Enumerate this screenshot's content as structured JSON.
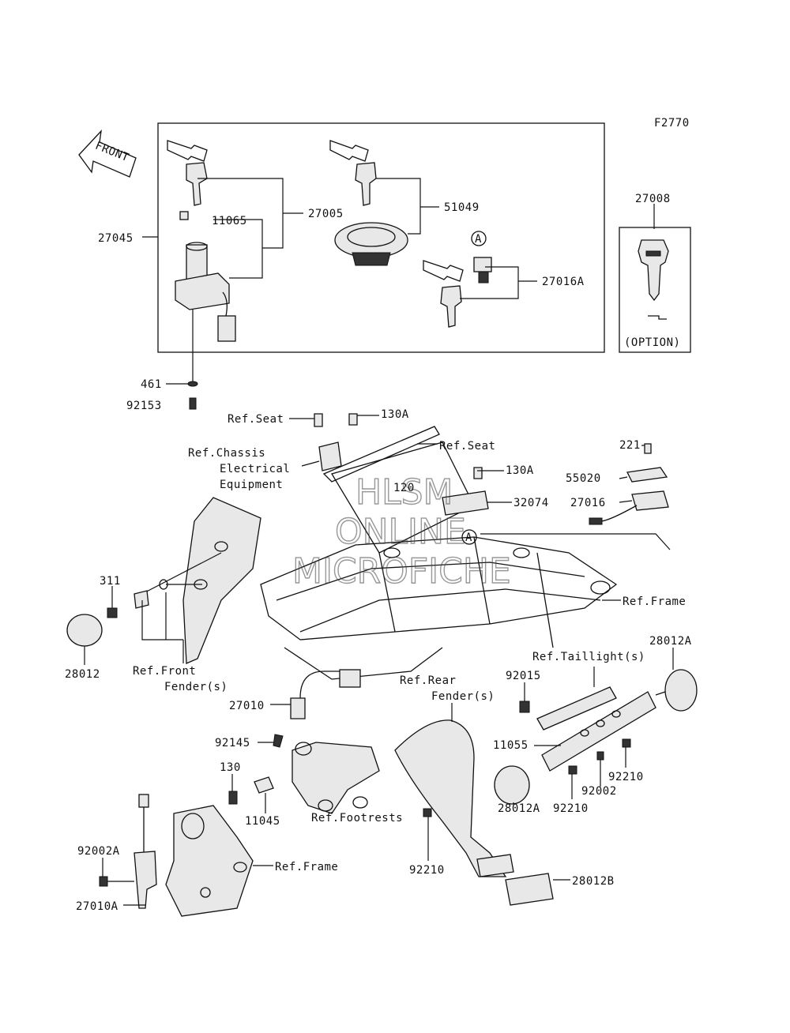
{
  "figure_code": "F2770",
  "front_arrow_label": "FRONT",
  "watermark": [
    "HLSM",
    "ONLINE",
    "MICROFICHE"
  ],
  "callouts": {
    "c27045": "27045",
    "c11065": "11065",
    "c27005": "27005",
    "c51049": "51049",
    "c27016A": "27016A",
    "cA_top": "A",
    "c461": "461",
    "c92153": "92153",
    "c27008": "27008",
    "option": "(OPTION)",
    "refseat1": "Ref.Seat",
    "c130A_1": "130A",
    "refseat2": "Ref.Seat",
    "refchassis1": "Ref.Chassis",
    "refchassis2": "Electrical",
    "refchassis3": "Equipment",
    "c120": "120",
    "c130A_2": "130A",
    "c32074": "32074",
    "cA_mid": "A",
    "c221": "221",
    "c55020": "55020",
    "c27016": "27016",
    "refframe1": "Ref.Frame",
    "c311": "311",
    "c28012": "28012",
    "reffront1": "Ref.Front",
    "reffront2": "Fender(s)",
    "refrear1": "Ref.Rear",
    "refrear2": "Fender(s)",
    "reftail": "Ref.Taillight(s)",
    "c28012A_1": "28012A",
    "c92015": "92015",
    "c27010": "27010",
    "c92145": "92145",
    "c11055": "11055",
    "c130": "130",
    "c92210_1": "92210",
    "c92002": "92002",
    "c92210_2": "92210",
    "c11045": "11045",
    "reffoot": "Ref.Footrests",
    "c28012A_2": "28012A",
    "c92002A": "92002A",
    "refframe2": "Ref.Frame",
    "c92210_3": "92210",
    "c27010A": "27010A",
    "c28012B": "28012B"
  }
}
